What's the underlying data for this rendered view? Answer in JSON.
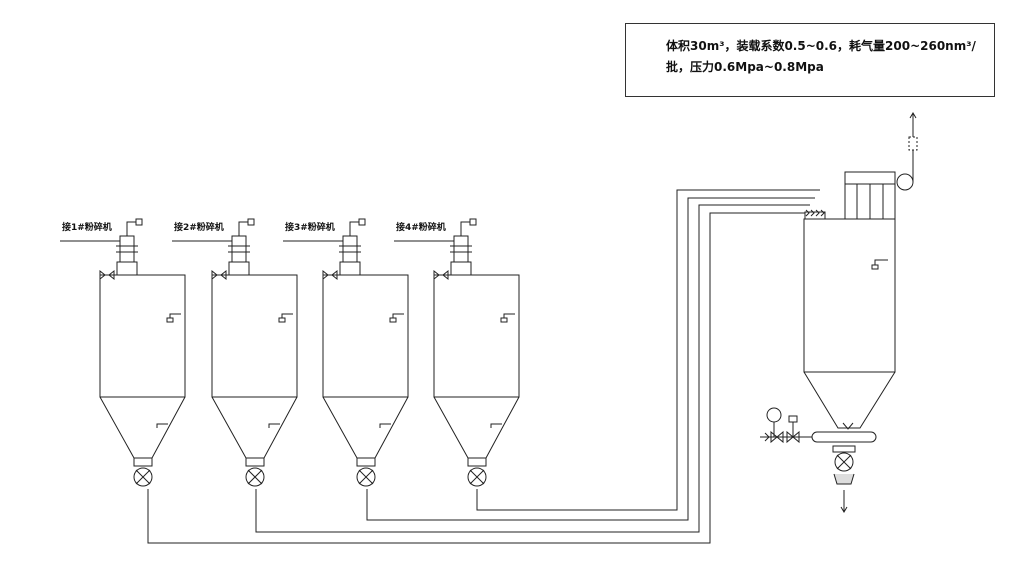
{
  "note": {
    "line1": "体积30m³，装载系数0.5~0.6，耗气量200~260nm³/",
    "line2": "批，压力0.6Mpa~0.8Mpa"
  },
  "silos": [
    {
      "label": "接1#粉碎机"
    },
    {
      "label": "接2#粉碎机"
    },
    {
      "label": "接3#粉碎机"
    },
    {
      "label": "接4#粉碎机"
    }
  ]
}
